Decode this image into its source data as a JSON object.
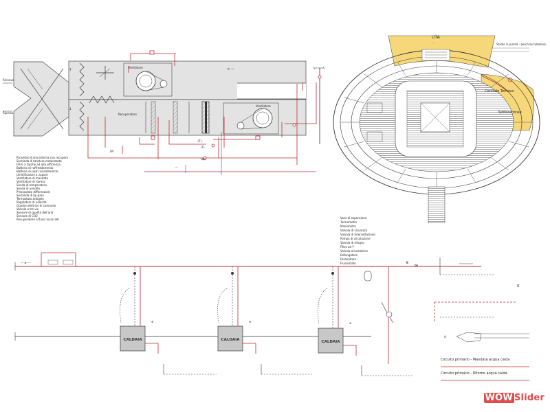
{
  "ahu": {
    "inlet_top": "Rinnovo",
    "inlet_bottom": "Ripresa",
    "fan_label_1": "Ventilatore",
    "fan_label_2": "Ventilatore"
  },
  "legend_ahu": [
    "Ricambio d'aria esterna con recupero",
    "Serranda di taratura motorizzata",
    "Filtro a tasche ad alta efficienza",
    "Batteria di raffreddamento",
    "Batteria di post riscaldamento",
    "Umidificatore a vapore",
    "Ventilatore di mandata",
    "Ventilatore di ripresa",
    "Sonda di temperatura",
    "Sonda di umidità",
    "Pressostato differenziale",
    "Serranda di by-pass",
    "Termostato antigelo",
    "Regolatore di velocità",
    "Quadro elettrico di comando",
    "Valvola a tre vie",
    "Sensore di qualità dell'aria",
    "Sensore di CO2",
    "Recuperatore a flussi incrociati"
  ],
  "legend_hydro": [
    "Vaso di espansione",
    "Termometro",
    "Manometro",
    "Valvola di sicurezza",
    "Valvola di intercettazione",
    "Pompa di circolazione",
    "Valvola di ritegno",
    "Filtro ad Y",
    "Valvola miscelatrice",
    "Defangatore",
    "Disaeratore",
    "Flussostato"
  ],
  "stadium": {
    "zone_top": "UTA",
    "zone_top_sub": "...",
    "zone_right_1": "Centrale Termica",
    "zone_right_2": "Sottocentrale",
    "note": "Stadio in pianta - percorso tubazioni"
  },
  "boilers": [
    "CALDAIA",
    "CALDAIA",
    "CALDAIA"
  ],
  "captions": {
    "primary_1": "Circuito primario - Mandata acqua calda",
    "primary_2": "Circuito primario - Ritorno acqua calda"
  },
  "watermark": {
    "part1": "WOW",
    "part2": "Slider"
  },
  "colors": {
    "red": "#c0272d",
    "duct": "#e3e3e3",
    "zone": "#f6d87a",
    "line": "#333333"
  }
}
